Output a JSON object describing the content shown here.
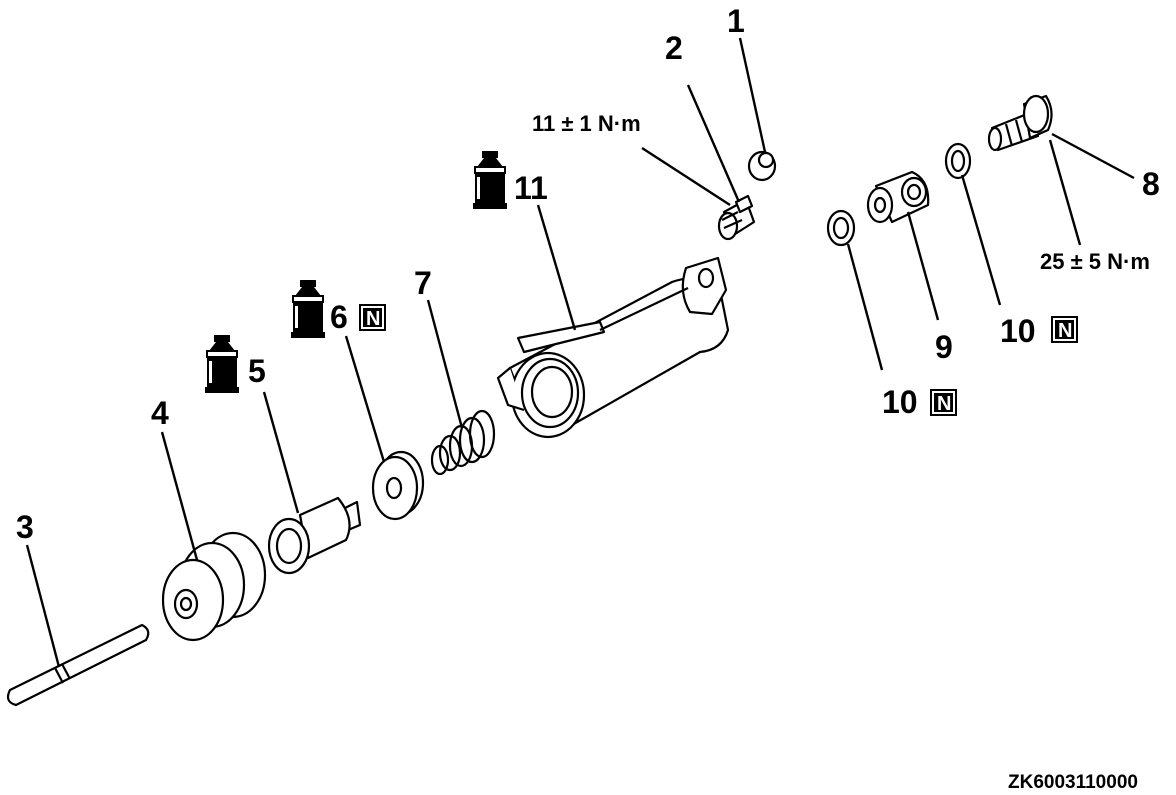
{
  "callouts": {
    "p1": "1",
    "p2": "2",
    "p3": "3",
    "p4": "4",
    "p5": "5",
    "p6": "6",
    "p7": "7",
    "p8": "8",
    "p9": "9",
    "p10a": "10",
    "p10b": "10",
    "p11": "11"
  },
  "torque": {
    "bleeder": "11 ± 1 N·m",
    "union_bolt": "25 ± 5 N·m"
  },
  "marks": {
    "new_part": "N"
  },
  "icons": [
    "grease-tube-icon",
    "new-part-icon"
  ],
  "figure_code": "ZK6003110000"
}
